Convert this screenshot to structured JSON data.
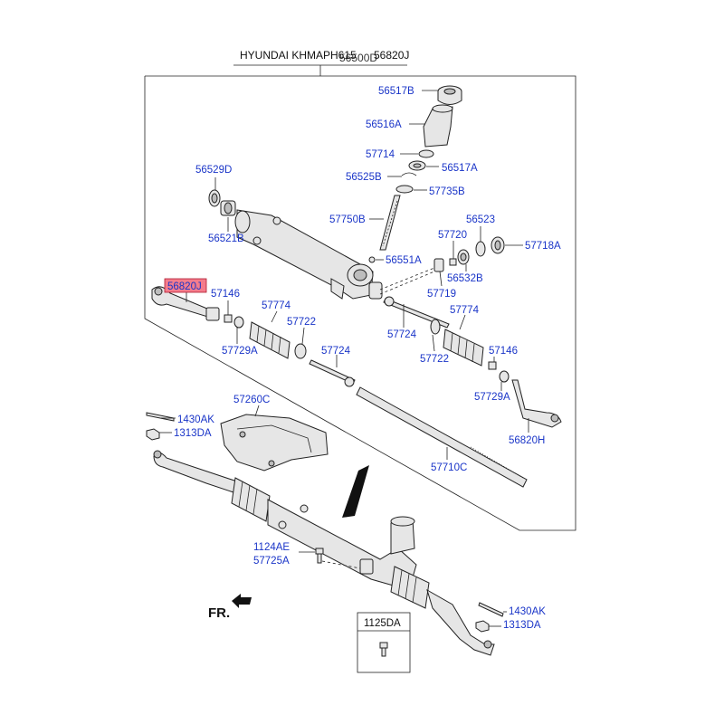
{
  "header": {
    "title_left": "HYUNDAI KHMAPH615",
    "title_overlap": "56500D",
    "title_right": "56820J"
  },
  "highlight_color": "#f47c8c",
  "label_color": "#1a35c8",
  "labels": {
    "p56517B": "56517B",
    "p56516A": "56516A",
    "p57714": "57714",
    "p56517A": "56517A",
    "p56525B": "56525B",
    "p57735B": "57735B",
    "p56529D": "56529D",
    "p56521B": "56521B",
    "p57750B": "57750B",
    "p56523": "56523",
    "p57720": "57720",
    "p57718A": "57718A",
    "p56551A": "56551A",
    "p56532B": "56532B",
    "p57719": "57719",
    "p56820J": "56820J",
    "p57146_left": "57146",
    "p57774_left": "57774",
    "p57722_left": "57722",
    "p57729A_left": "57729A",
    "p57724_mid": "57724",
    "p57724_bottom": "57724",
    "p57774_right": "57774",
    "p57722_right": "57722",
    "p57146_right": "57146",
    "p57729A_right": "57729A",
    "p56820H": "56820H",
    "p57260C": "57260C",
    "p1430AK_left": "1430AK",
    "p1313DA_left": "1313DA",
    "p57710C": "57710C",
    "p1124AE": "1124AE",
    "p57725A": "57725A",
    "p1430AK_right": "1430AK",
    "p1313DA_right": "1313DA"
  },
  "inset_box": {
    "label": "1125DA"
  },
  "direction": {
    "label": "FR."
  }
}
